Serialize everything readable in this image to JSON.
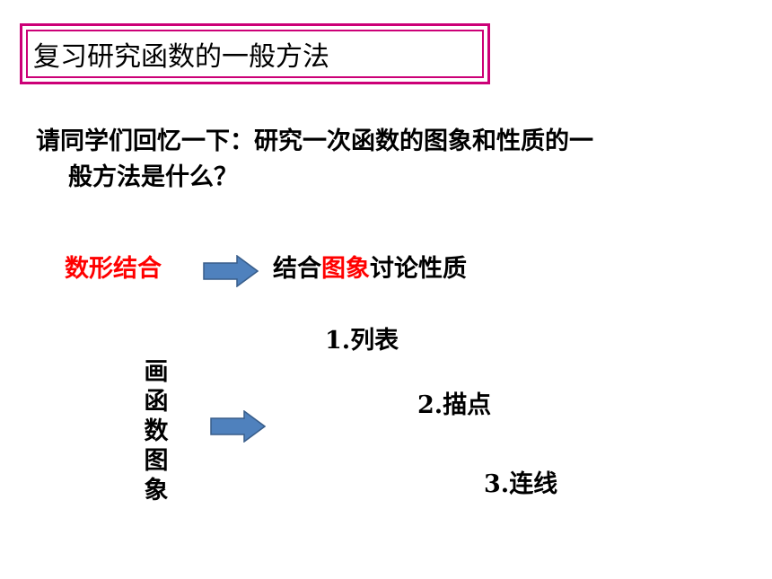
{
  "title": "复习研究函数的一般方法",
  "question": {
    "line1": "请同学们回忆一下：研究一次函数的图象和性质的一",
    "line2": "般方法是什么？"
  },
  "method": {
    "label": "数形结合",
    "result_pre": "结合",
    "result_highlight": "图象",
    "result_post": "讨论性质"
  },
  "draw_graph": {
    "chars": [
      "画",
      "函",
      "数",
      "图",
      "象"
    ]
  },
  "steps": [
    {
      "num": "1.",
      "text": "列表"
    },
    {
      "num": "2.",
      "text": "描点"
    },
    {
      "num": "3.",
      "text": "连线"
    }
  ],
  "colors": {
    "title_border": "#cc0077",
    "highlight": "#ff0000",
    "arrow_fill": "#4f81bd",
    "arrow_stroke": "#385d8a"
  }
}
